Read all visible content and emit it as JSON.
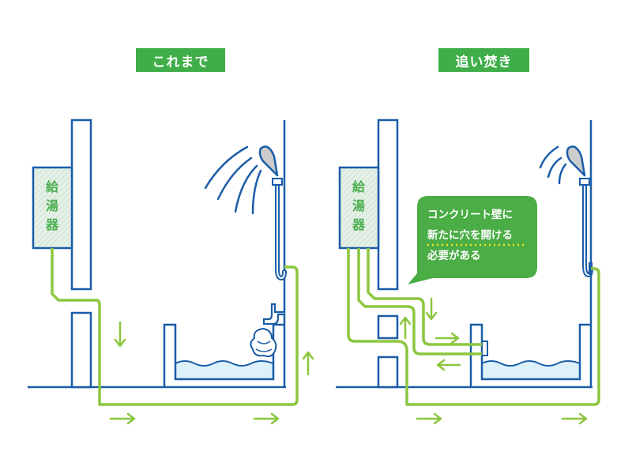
{
  "panels": {
    "before": {
      "title": "これまで",
      "heater_chars": [
        "給",
        "湯",
        "器"
      ]
    },
    "after": {
      "title": "追い焚き",
      "heater_chars": [
        "給",
        "湯",
        "器"
      ]
    }
  },
  "callout": {
    "lines": [
      "コンクリート壁に",
      "新たに穴を開ける",
      "必要がある"
    ]
  },
  "colors": {
    "pipe": "#8cc63f",
    "wall": "#1a5ca8",
    "heater_fill": "#e5f0e7",
    "label_bg": "#3fae49",
    "water": "#ddf1fb",
    "bubble": "#4aad45"
  }
}
